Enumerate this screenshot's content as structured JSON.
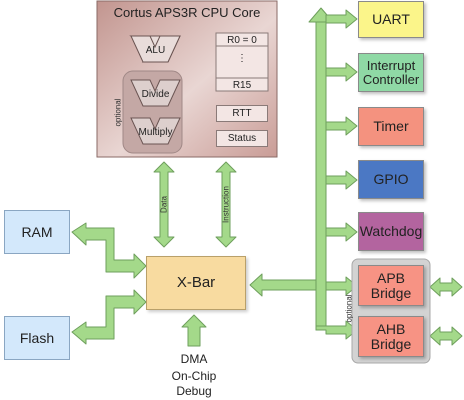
{
  "colors": {
    "arrow_fill": "#a4d98a",
    "arrow_stroke": "#6e9f5c",
    "core_bg": "#c99c96",
    "xbar_bg": "#f8dba0",
    "memory_bg": "#d3e8fb",
    "uart_bg": "#fbf58a",
    "interrupt_bg": "#8fd9a5",
    "timer_bg": "#f4927f",
    "gpio_bg": "#4b78c4",
    "watchdog_bg": "#b3649f",
    "bridge_bg": "#f79384",
    "bridge_group_bg": "#d3d3d3"
  },
  "cpu_core": {
    "title": "Cortus APS3R CPU Core",
    "alu_label": "ALU",
    "divide_label": "Divide",
    "multiply_label": "Multiply",
    "optional_label": "optional",
    "registers": {
      "r0": "R0 = 0",
      "dots": "⋮",
      "r15": "R15",
      "rtt": "RTT",
      "status": "Status"
    }
  },
  "bus_labels": {
    "data": "Data",
    "instruction": "Instruction"
  },
  "xbar": {
    "label": "X-Bar"
  },
  "memories": {
    "ram": "RAM",
    "flash": "Flash"
  },
  "peripherals": {
    "uart": "UART",
    "interrupt_line1": "Interrupt",
    "interrupt_line2": "Controller",
    "timer": "Timer",
    "gpio": "GPIO",
    "watchdog": "Watchdog"
  },
  "bridges": {
    "optional_label": "optional",
    "apb_line1": "APB",
    "apb_line2": "Bridge",
    "ahb_line1": "AHB",
    "ahb_line2": "Bridge"
  },
  "dma": {
    "line1": "DMA",
    "line2": "On-Chip",
    "line3": "Debug"
  }
}
